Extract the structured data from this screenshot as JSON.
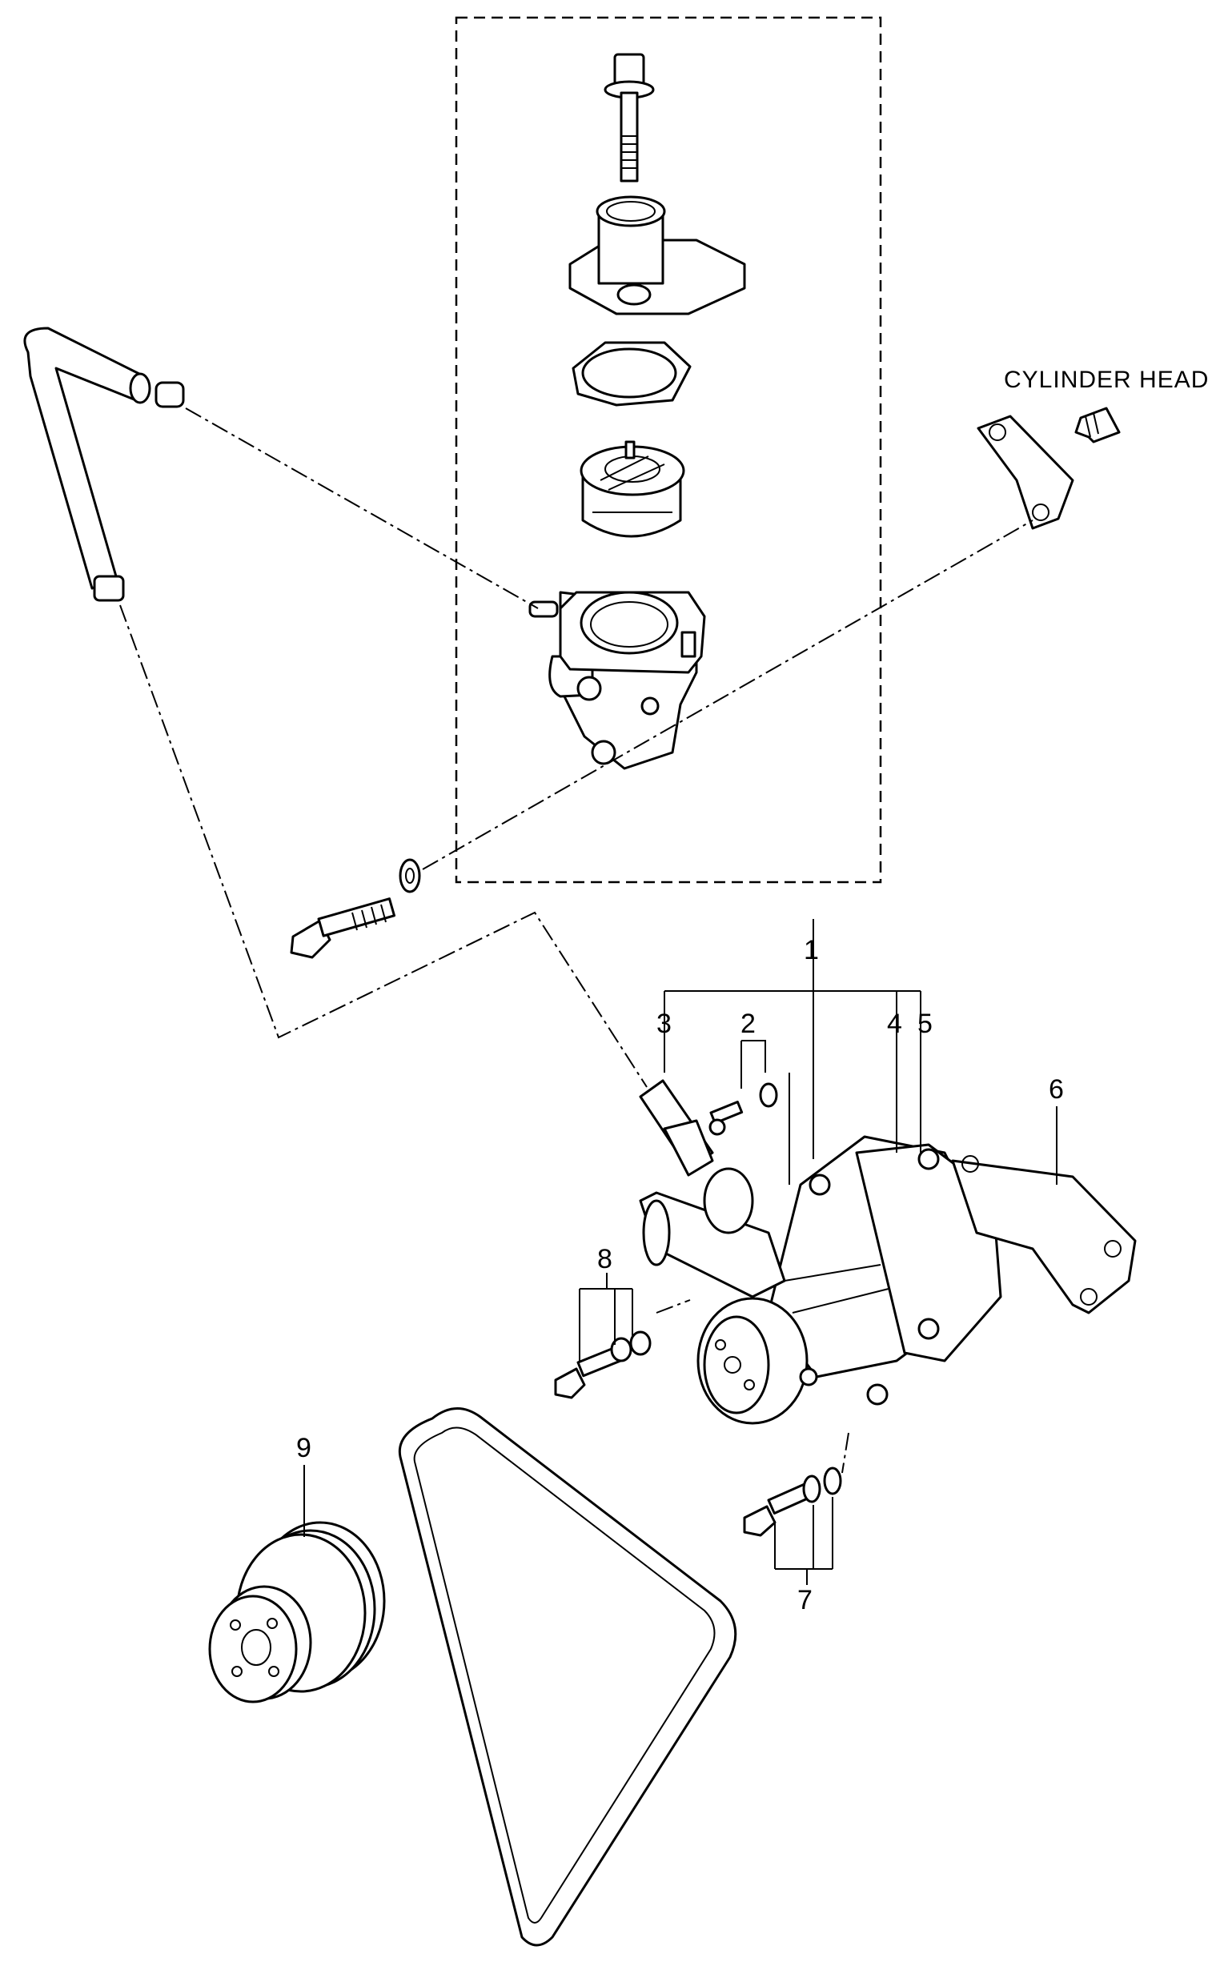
{
  "callouts": {
    "c1": "1",
    "c2": "2",
    "c3": "3",
    "c4": "4",
    "c5": "5",
    "c6": "6",
    "c7": "7",
    "c8": "8",
    "c9": "9"
  },
  "annotations": {
    "cylinder_head": "CYLINDER HEAD"
  },
  "icons": {
    "direction_arrow": "arrow-to-cylinder-head-icon"
  }
}
